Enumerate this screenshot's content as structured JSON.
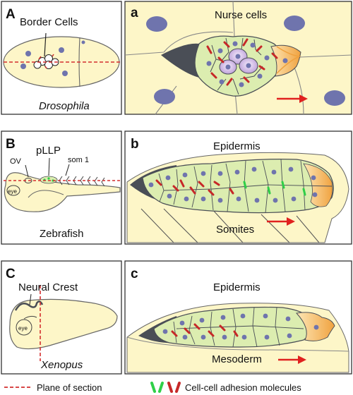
{
  "figure": {
    "rows": [
      {
        "left_letter": "A",
        "left_title": "Border Cells",
        "left_organism": "Drosophila",
        "right_letter": "a",
        "right_label_top": "Nurse cells"
      },
      {
        "left_letter": "B",
        "left_title": "pLLP",
        "left_ov": "OV",
        "left_eye": "eye",
        "left_som": "som 1",
        "left_organism": "Zebrafish",
        "right_letter": "b",
        "right_label_top": "Epidermis",
        "right_label_bottom": "Somites"
      },
      {
        "left_letter": "C",
        "left_title": "Neural Crest",
        "left_eye": "eye",
        "left_organism": "Xenopus",
        "right_letter": "c",
        "right_label_top": "Epidermis",
        "right_label_bottom": "Mesoderm"
      }
    ],
    "legend": {
      "plane_label": "Plane of section",
      "adhesion_label": "Cell-cell adhesion molecules"
    },
    "colors": {
      "panel_fill": "#fdf6c8",
      "cell_fill": "#dcedb0",
      "nucleus": "#6f74ad",
      "dark_gray": "#4a4e56",
      "leader_orange": "#f1a94b",
      "adhesion_red": "#c62828",
      "adhesion_green": "#2fcf48",
      "arrow_red": "#e0211f",
      "plane_red": "#d32f2f"
    }
  }
}
